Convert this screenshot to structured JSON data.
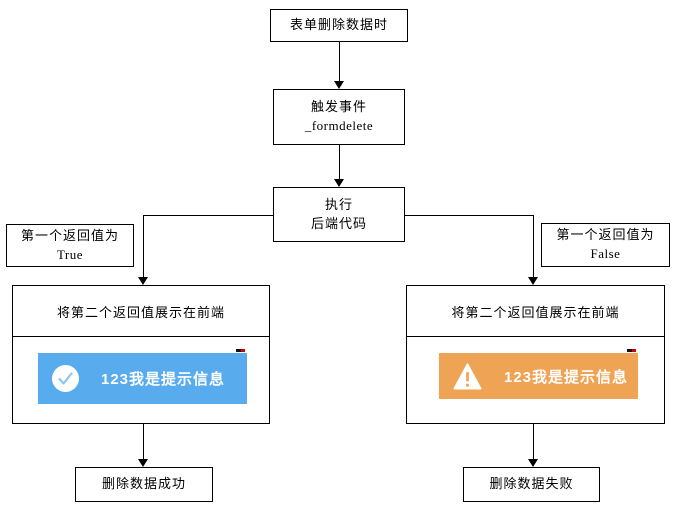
{
  "diagram": {
    "type": "flowchart",
    "nodes": {
      "start": {
        "label": "表单删除数据时"
      },
      "trigger": {
        "line1": "触发事件",
        "line2": "_formdelete"
      },
      "execute": {
        "line1": "执行",
        "line2": "后端代码"
      },
      "branch_true": {
        "line1": "第一个返回值为",
        "line2": "True"
      },
      "branch_false": {
        "line1": "第一个返回值为",
        "line2": "False"
      },
      "display_left": {
        "title": "将第二个返回值展示在前端",
        "toast": {
          "message": "123我是提示信息",
          "type": "success",
          "icon": "check-circle-icon",
          "bg": "#58abec"
        }
      },
      "display_right": {
        "title": "将第二个返回值展示在前端",
        "toast": {
          "message": "123我是提示信息",
          "type": "warning",
          "icon": "warning-triangle-icon",
          "bg": "#efa355"
        }
      },
      "end_success": {
        "label": "删除数据成功"
      },
      "end_fail": {
        "label": "删除数据失败"
      }
    },
    "edges": [
      "start -> trigger",
      "trigger -> execute",
      "execute -> display_left (第一个返回值为 True)",
      "execute -> display_right (第一个返回值为 False)",
      "display_left -> end_success",
      "display_right -> end_fail"
    ],
    "colors": {
      "box_border": "#000000",
      "background": "#ffffff",
      "toast_success_bg": "#58abec",
      "toast_success_check": "#8ec7f0",
      "toast_warning_bg": "#efa355",
      "toast_text": "#ffffff"
    }
  }
}
